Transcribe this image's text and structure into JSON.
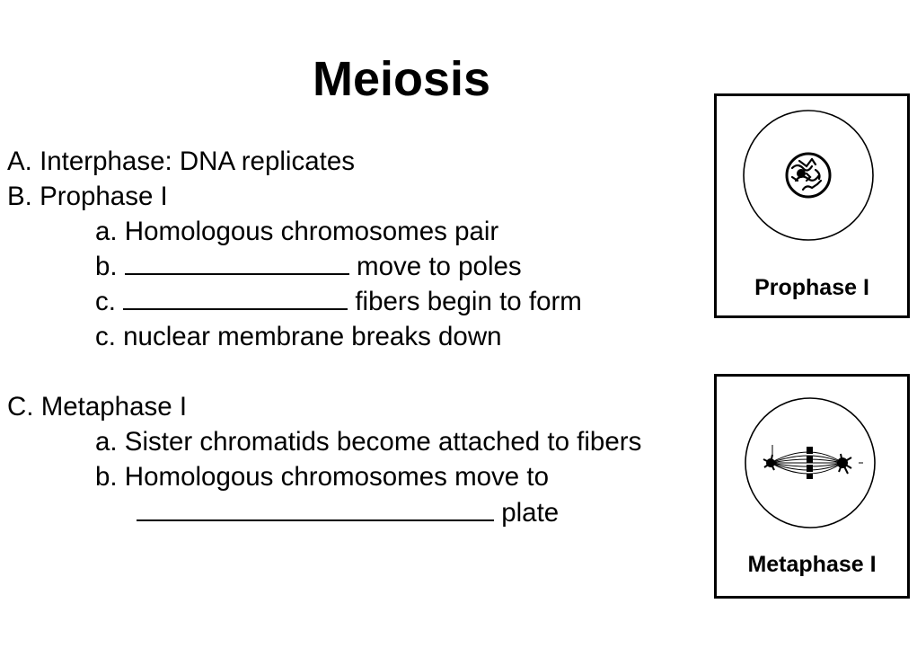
{
  "title": "Meiosis",
  "lines": {
    "a": "A. Interphase: DNA replicates",
    "b": "B. Prophase I",
    "b_a": "a. Homologous chromosomes pair",
    "b_b_prefix": "b.",
    "b_b_suffix": "move to poles",
    "b_c_prefix": "c.",
    "b_c_suffix": "fibers begin to form",
    "b_d": "c. nuclear membrane breaks down",
    "c": "C. Metaphase I",
    "c_a": "a. Sister chromatids become attached to fibers",
    "c_b": "b. Homologous chromosomes move to",
    "c_b_suffix": "plate"
  },
  "figures": {
    "prophase_caption": "Prophase I",
    "metaphase_caption": "Metaphase I"
  }
}
